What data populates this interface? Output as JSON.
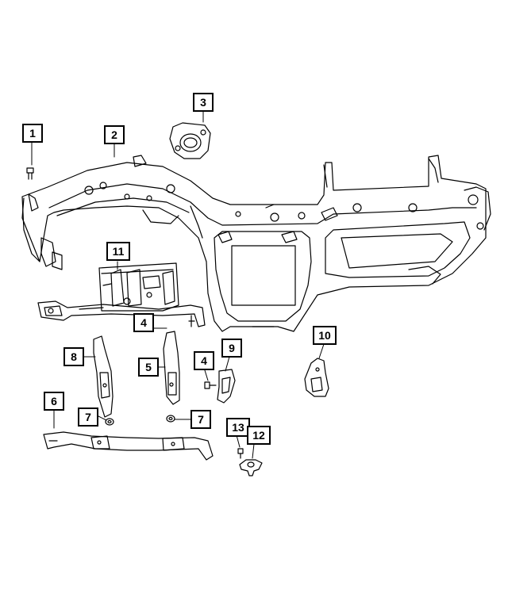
{
  "diagram": {
    "callouts": {
      "c1": "1",
      "c2": "2",
      "c3": "3",
      "c4a": "4",
      "c4b": "4",
      "c5": "5",
      "c6": "6",
      "c7a": "7",
      "c7b": "7",
      "c8": "8",
      "c9": "9",
      "c10": "10",
      "c11": "11",
      "c12": "12",
      "c13": "13"
    },
    "colors": {
      "line": "#000000",
      "background": "#ffffff"
    }
  }
}
